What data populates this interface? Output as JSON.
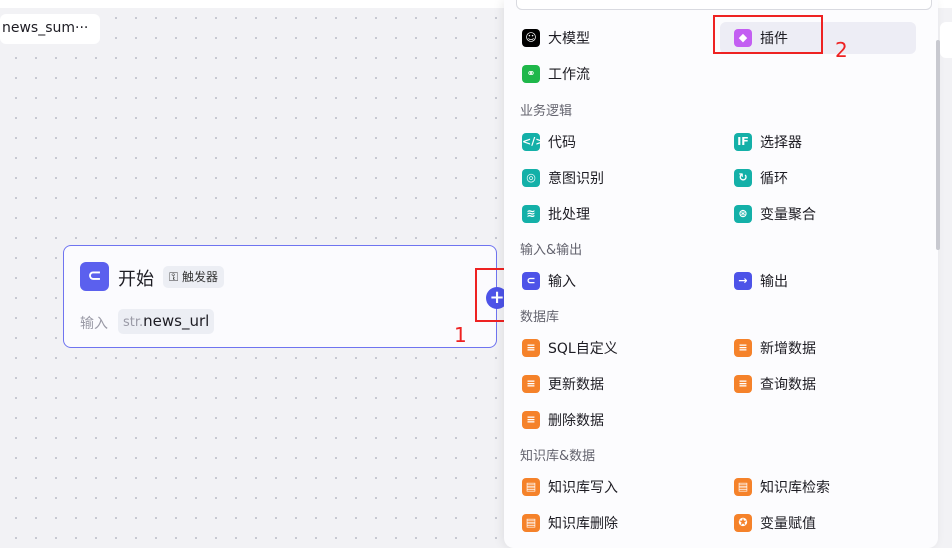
{
  "tab": {
    "title": "news_sum···"
  },
  "node": {
    "title": "开始",
    "badge": "触发器",
    "input_label": "输入",
    "var_type": "str.",
    "var_name": "news_url"
  },
  "annotations": [
    "1",
    "2"
  ],
  "menu": {
    "top": [
      {
        "label": "大模型",
        "icon": "llm-icon",
        "color": "#000000"
      },
      {
        "label": "插件",
        "icon": "plugin-icon",
        "color": "#c35ef2",
        "selected": true
      },
      {
        "label": "工作流",
        "icon": "workflow-icon",
        "color": "#1eb74a"
      }
    ],
    "sections": [
      {
        "title": "业务逻辑",
        "items": [
          {
            "label": "代码",
            "icon": "code-icon",
            "color": "#14b0a8"
          },
          {
            "label": "选择器",
            "icon": "if-icon",
            "color": "#14b0a8"
          },
          {
            "label": "意图识别",
            "icon": "intent-icon",
            "color": "#14b0a8"
          },
          {
            "label": "循环",
            "icon": "loop-icon",
            "color": "#14b0a8"
          },
          {
            "label": "批处理",
            "icon": "batch-icon",
            "color": "#14b0a8"
          },
          {
            "label": "变量聚合",
            "icon": "aggregate-icon",
            "color": "#14b0a8"
          }
        ]
      },
      {
        "title": "输入&输出",
        "items": [
          {
            "label": "输入",
            "icon": "input-icon",
            "color": "#4d53e8"
          },
          {
            "label": "输出",
            "icon": "output-icon",
            "color": "#4d53e8"
          }
        ]
      },
      {
        "title": "数据库",
        "items": [
          {
            "label": "SQL自定义",
            "icon": "sql-icon",
            "color": "#f5822a"
          },
          {
            "label": "新增数据",
            "icon": "db-add-icon",
            "color": "#f5822a"
          },
          {
            "label": "更新数据",
            "icon": "db-update-icon",
            "color": "#f5822a"
          },
          {
            "label": "查询数据",
            "icon": "db-query-icon",
            "color": "#f5822a"
          },
          {
            "label": "删除数据",
            "icon": "db-delete-icon",
            "color": "#f5822a"
          }
        ]
      },
      {
        "title": "知识库&数据",
        "items": [
          {
            "label": "知识库写入",
            "icon": "kb-write-icon",
            "color": "#f5822a"
          },
          {
            "label": "知识库检索",
            "icon": "kb-search-icon",
            "color": "#f5822a"
          },
          {
            "label": "知识库删除",
            "icon": "kb-delete-icon",
            "color": "#f5822a"
          },
          {
            "label": "变量赋值",
            "icon": "assign-icon",
            "color": "#f5822a"
          }
        ]
      }
    ]
  }
}
